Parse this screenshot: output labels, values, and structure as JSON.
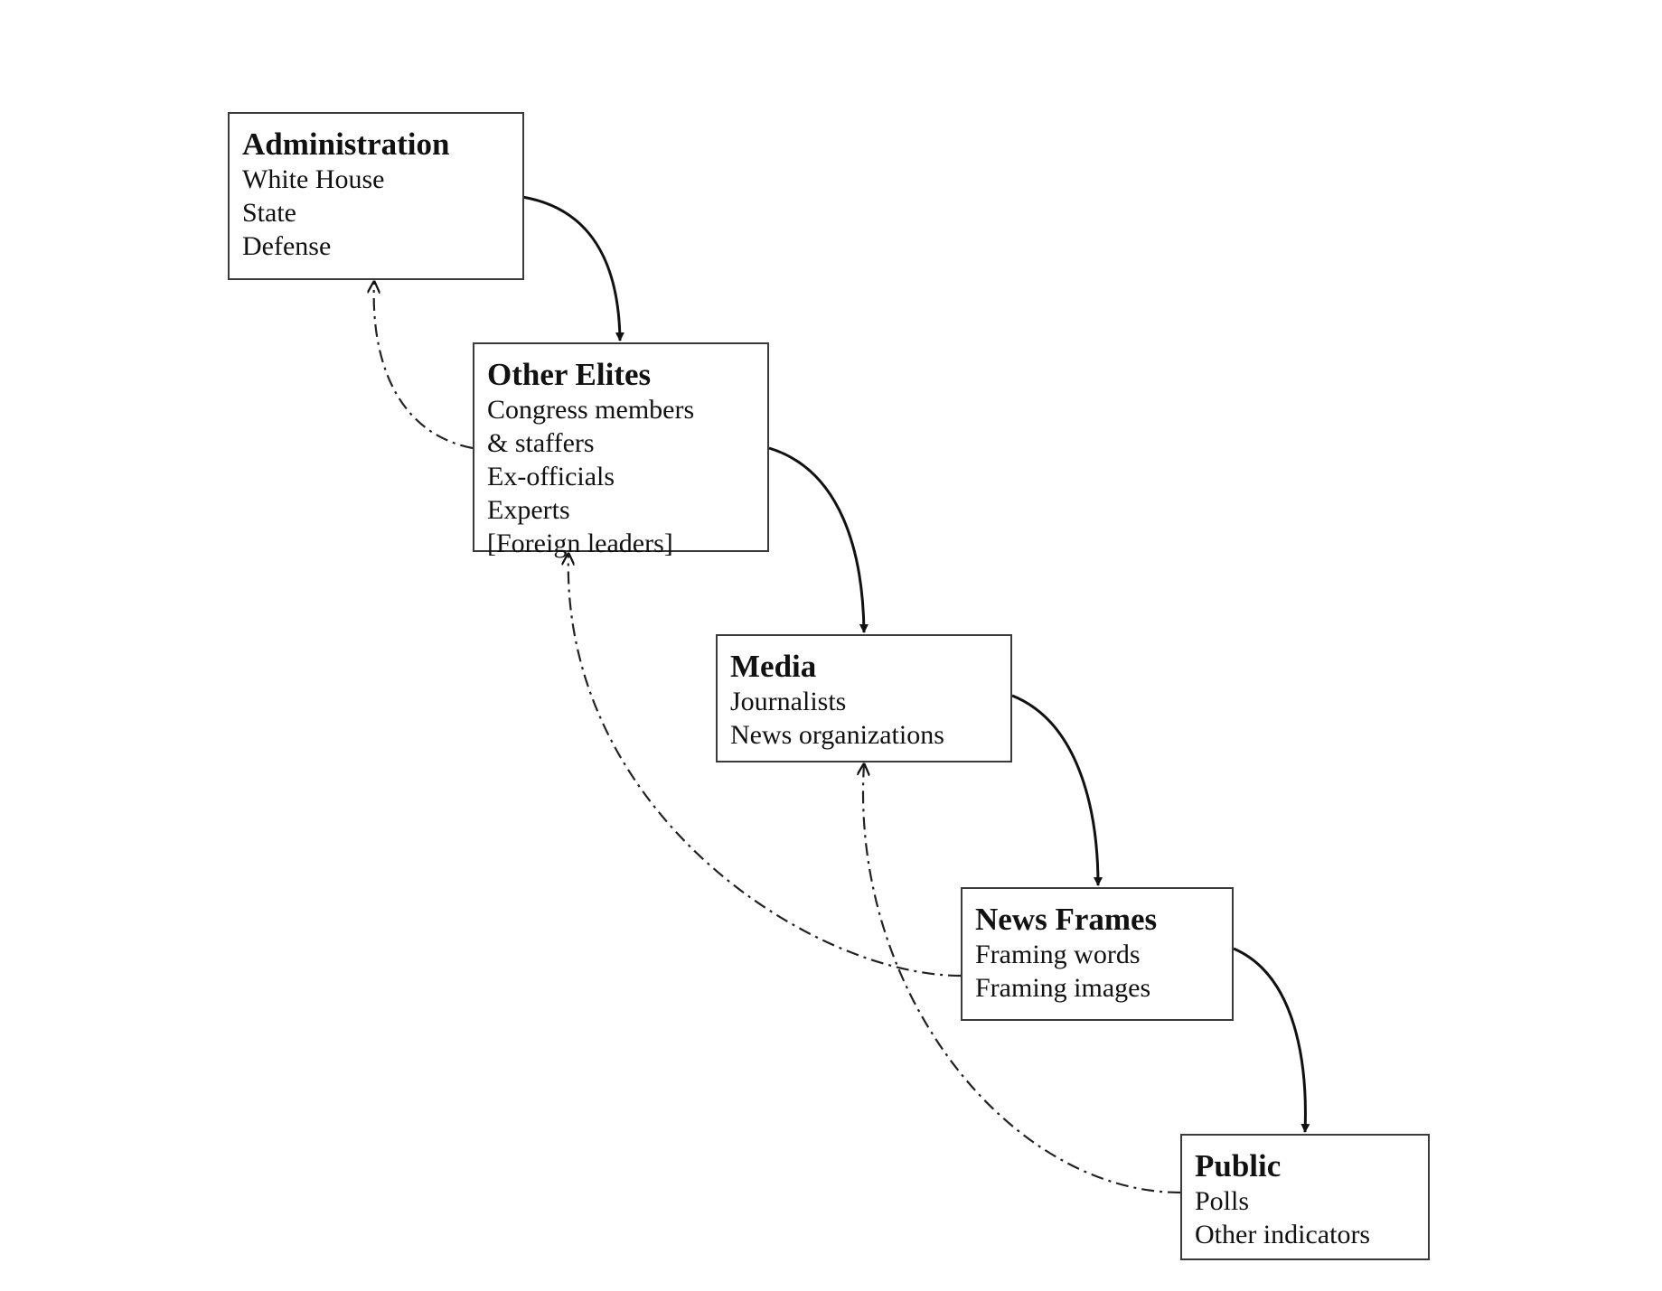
{
  "nodes": [
    {
      "id": "administration",
      "title": "Administration",
      "lines": [
        "White House",
        "State",
        "Defense"
      ]
    },
    {
      "id": "other-elites",
      "title": "Other Elites",
      "lines": [
        "Congress members",
        "& staffers",
        "Ex-officials",
        "Experts",
        "[Foreign leaders]"
      ]
    },
    {
      "id": "media",
      "title": "Media",
      "lines": [
        "Journalists",
        "News organizations"
      ]
    },
    {
      "id": "news-frames",
      "title": "News Frames",
      "lines": [
        "Framing words",
        "Framing images"
      ]
    },
    {
      "id": "public",
      "title": "Public",
      "lines": [
        "Polls",
        "Other indicators"
      ]
    }
  ],
  "edges": [
    {
      "from": "administration",
      "to": "other-elites",
      "style": "solid"
    },
    {
      "from": "other-elites",
      "to": "media",
      "style": "solid"
    },
    {
      "from": "media",
      "to": "news-frames",
      "style": "solid"
    },
    {
      "from": "news-frames",
      "to": "public",
      "style": "solid"
    },
    {
      "from": "other-elites",
      "to": "administration",
      "style": "dash-dot"
    },
    {
      "from": "news-frames",
      "to": "other-elites",
      "style": "dash-dot"
    },
    {
      "from": "public",
      "to": "media",
      "style": "dash-dot"
    }
  ]
}
